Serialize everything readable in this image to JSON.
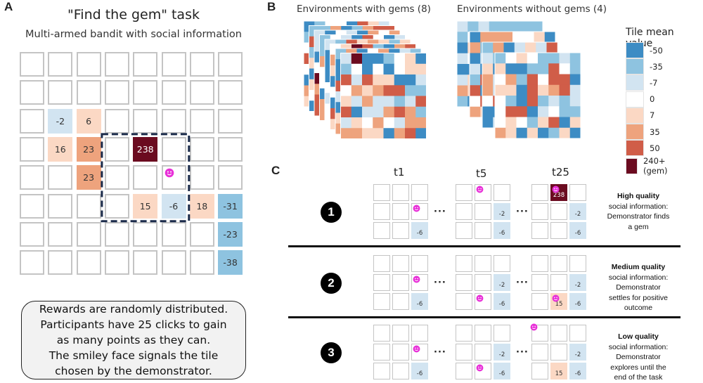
{
  "panel_labels": {
    "a": "A",
    "b": "B",
    "c": "C"
  },
  "panel_a": {
    "title": "\"Find the gem\" task",
    "subtitle": "Multi-armed bandit with social information",
    "grid_values": [
      [
        "",
        "",
        "",
        "",
        "",
        "",
        "",
        ""
      ],
      [
        "",
        "",
        "",
        "",
        "",
        "",
        "",
        ""
      ],
      [
        "",
        "-2",
        "6",
        "",
        "",
        "",
        "",
        ""
      ],
      [
        "",
        "16",
        "23",
        "",
        "238",
        "",
        "",
        ""
      ],
      [
        "",
        "",
        "23",
        "",
        "",
        "",
        "",
        ""
      ],
      [
        "",
        "",
        "",
        "",
        "15",
        "-6",
        "18",
        "-31"
      ],
      [
        "",
        "",
        "",
        "",
        "",
        "",
        "",
        "-23"
      ],
      [
        "",
        "",
        "",
        "",
        "",
        "",
        "",
        "-38"
      ]
    ],
    "smiley_cell": [
      4,
      5
    ],
    "textbox_lines": [
      "Rewards are randomly distributed.",
      "Participants have 25 clicks to gain",
      "as many points as they can.",
      "The smiley face signals the tile",
      "chosen by the demonstrator."
    ]
  },
  "panel_b": {
    "with_gems_title": "Environments with gems (8)",
    "without_gems_title": "Environments without gems (4)",
    "legend": {
      "title": "Tile mean value",
      "entries": [
        {
          "label": "-50",
          "color": "#3d8cc4"
        },
        {
          "label": "-35",
          "color": "#8ec3e0"
        },
        {
          "label": "-7",
          "color": "#d2e4f1"
        },
        {
          "label": "0",
          "color": "#ffffff"
        },
        {
          "label": "7",
          "color": "#fbd8c4"
        },
        {
          "label": "35",
          "color": "#eea37d"
        },
        {
          "label": "50",
          "color": "#d05d48"
        },
        {
          "label": "240+ (gem)",
          "color": "#6b0b20"
        }
      ]
    }
  },
  "panel_c": {
    "time_labels": [
      "t1",
      "t5",
      "t25"
    ],
    "ellipsis": "···",
    "rows": [
      {
        "number": "1",
        "desc_bold": "High quality",
        "desc_lines": [
          "social information:",
          "Demonstrator finds",
          "a gem"
        ],
        "grids": [
          {
            "values": [
              "",
              "",
              "",
              "",
              "",
              "",
              "",
              "",
              "-6"
            ],
            "smiley": 5
          },
          {
            "values": [
              "",
              "",
              "",
              "",
              "",
              "-2",
              "",
              "",
              "-6"
            ],
            "smiley": 1
          },
          {
            "values": [
              "",
              "238",
              "",
              "",
              "",
              "-2",
              "",
              "",
              "-6"
            ],
            "smiley": 1
          }
        ]
      },
      {
        "number": "2",
        "desc_bold": "Medium quality",
        "desc_lines": [
          "social information:",
          "Demonstrator",
          "settles for positive",
          "outcome"
        ],
        "grids": [
          {
            "values": [
              "",
              "",
              "",
              "",
              "",
              "",
              "",
              "",
              "-6"
            ],
            "smiley": 5
          },
          {
            "values": [
              "",
              "",
              "",
              "",
              "",
              "-2",
              "",
              "",
              "-6"
            ],
            "smiley": 7
          },
          {
            "values": [
              "",
              "",
              "",
              "",
              "",
              "-2",
              "",
              "15",
              "-6"
            ],
            "smiley": 7
          }
        ]
      },
      {
        "number": "3",
        "desc_bold": "Low quality",
        "desc_lines": [
          "social information:",
          "Demonstrator",
          "explores until the",
          "end of the task"
        ],
        "grids": [
          {
            "values": [
              "",
              "",
              "",
              "",
              "",
              "",
              "",
              "",
              "-6"
            ],
            "smiley": 5
          },
          {
            "values": [
              "",
              "",
              "",
              "",
              "",
              "-2",
              "",
              "",
              "-6"
            ],
            "smiley": 7
          },
          {
            "values": [
              "",
              "",
              "",
              "",
              "",
              "-2",
              "",
              "15",
              "-6"
            ],
            "smiley": -1
          }
        ]
      }
    ]
  }
}
